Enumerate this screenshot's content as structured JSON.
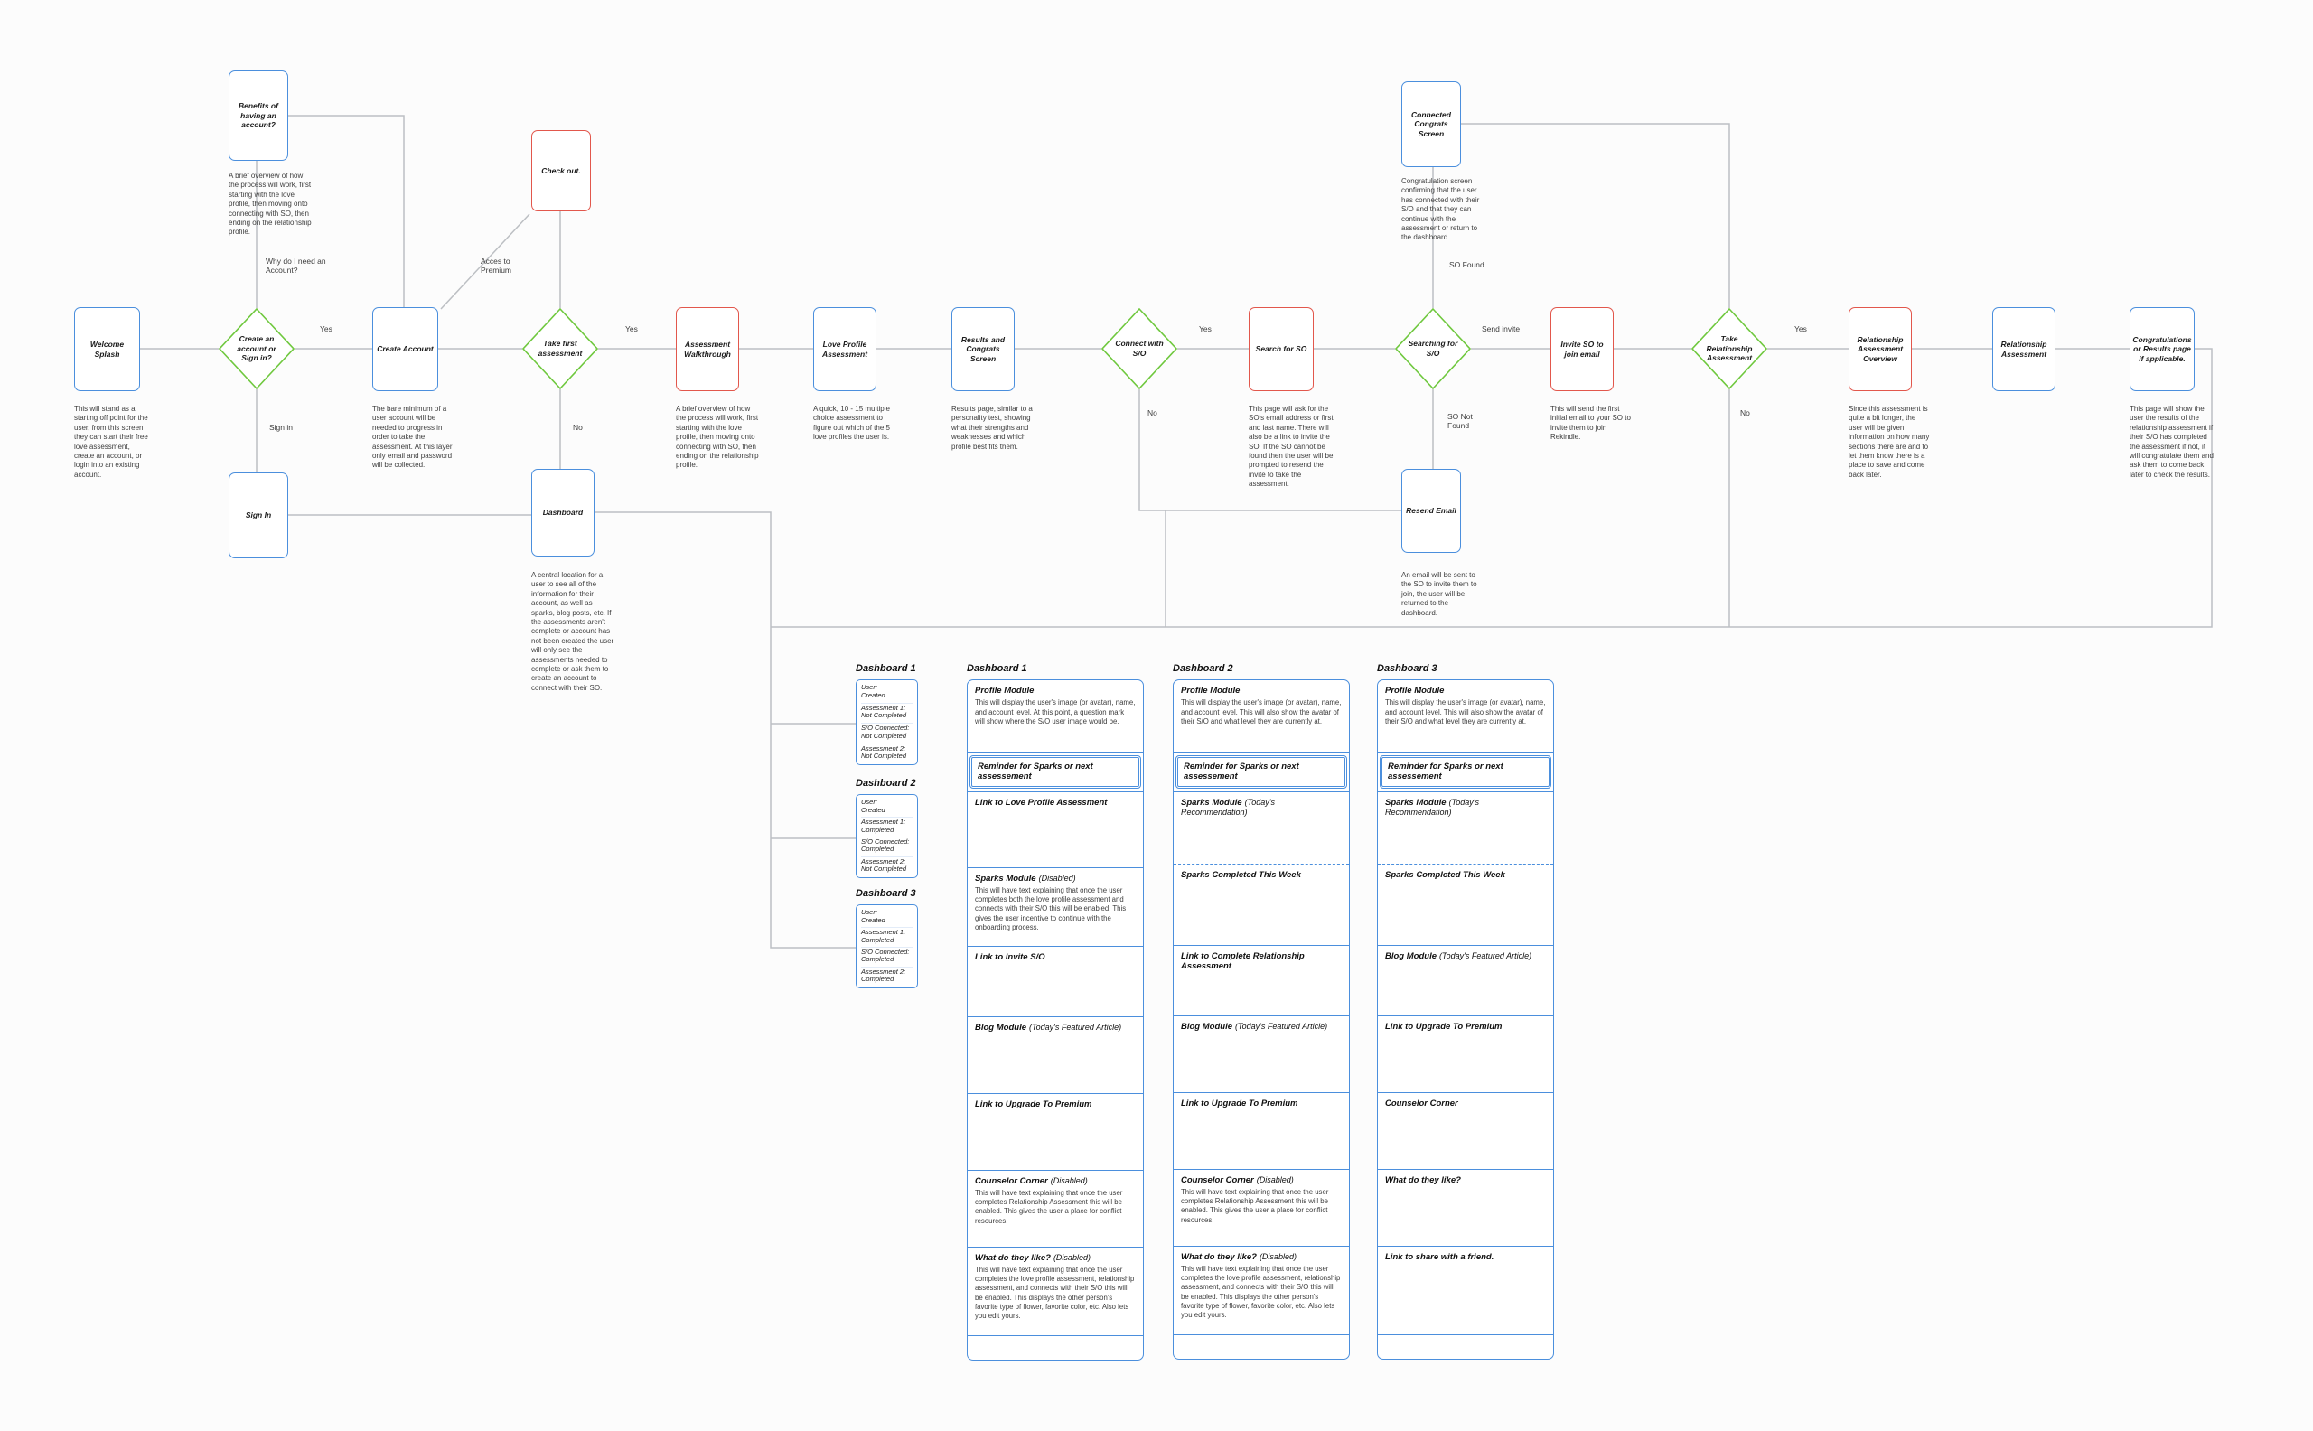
{
  "nodes": {
    "welcome_splash": {
      "label": "Welcome Splash",
      "desc": "This will stand as a starting off point for the user, from this screen they can start their free love assessment, create an account, or login into an existing account."
    },
    "decision_create_account": {
      "label": "Create an account or Sign in?"
    },
    "create_account": {
      "label": "Create Account",
      "desc": "The bare minimum of a user account will be needed to progress in order to take the assessment. At this layer only email and password will be collected."
    },
    "decision_take_first": {
      "label": "Take first assessment"
    },
    "assessment_walkthrough": {
      "label": "Assessment Walkthrough",
      "desc": "A brief overview of how the process will work, first starting with the love profile, then moving onto connecting with SO, then ending on the relationship profile."
    },
    "love_profile_assessment": {
      "label": "Love Profile Assessment",
      "desc": "A quick, 10 - 15 multiple choice assessment to figure out which of the 5 love profiles the user is."
    },
    "results_congrats": {
      "label": "Results and Congrats Screen",
      "desc": "Results page, similar to a personality test, showing what their strengths and weaknesses and which profile best fits them."
    },
    "decision_connect_so": {
      "label": "Connect with S/O"
    },
    "search_for_so": {
      "label": "Search for SO",
      "desc": "This page will ask for the SO's email address or first and last name. There will also be a link to invite the SO. If the SO cannot be found then the user will be prompted to resend the invite to take the assessment."
    },
    "decision_searching_so": {
      "label": "Searching for S/O"
    },
    "invite_so_email": {
      "label": "Invite SO to join email",
      "desc": "This will send the first initial email to your SO to invite them to join Rekindle."
    },
    "decision_take_relationship": {
      "label": "Take Relationship Assessment"
    },
    "relationship_assessment_overview": {
      "label": "Relationship Assessment Overview",
      "desc": "Since this assessment is quite a bit longer, the user will be given information on how many sections there are and to let them know there is a place to save and come back later."
    },
    "relationship_assessment": {
      "label": "Relationship Assessment"
    },
    "congratulations_results": {
      "label": "Congratulations or Results page if applicable.",
      "desc": "This page will show the user the results of the relationship assessment if their S/O has completed the assessment if not, it will congratulate them and ask them to come back later to check the results."
    },
    "benefits_account": {
      "label": "Benefits of having an account?",
      "desc": "A brief overview of how the process will work, first starting with the love profile, then moving onto connecting with SO, then ending on the relationship profile."
    },
    "check_out": {
      "label": "Check out."
    },
    "connected_congrats": {
      "label": "Connected Congrats Screen",
      "desc": "Congratulation screen confirming that the user has connected with their S/O and that they can continue with the assessment or return to the dashboard."
    },
    "sign_in": {
      "label": "Sign In"
    },
    "dashboard": {
      "label": "Dashboard",
      "desc": "A central location for a user to see all of the information for their account, as well as sparks, blog posts, etc. If the assessments aren't complete or account has not been created the user will only see the assessments needed to complete or ask them to create an account to connect with their SO."
    },
    "resend_email": {
      "label": "Resend Email",
      "desc": "An email will be sent to the SO to invite them to join, the user will be returned to the dashboard."
    }
  },
  "edge_labels": {
    "why_account": "Why do I need an Account?",
    "yes_create": "Yes",
    "sign_in": "Sign in",
    "access_premium": "Acces to Premium",
    "yes_take_first": "Yes",
    "no_take_first": "No",
    "yes_connect": "Yes",
    "no_connect": "No",
    "send_invite": "Send invite",
    "so_found": "SO Found",
    "so_not_found": "SO Not Found",
    "yes_take_rel": "Yes",
    "no_take_rel": "No"
  },
  "dashboard_states": [
    {
      "title": "Dashboard 1",
      "entries": [
        {
          "label": "User:",
          "value": "Created"
        },
        {
          "label": "Assessment 1:",
          "value": "Not Completed"
        },
        {
          "label": "S/O Connected:",
          "value": "Not Completed"
        },
        {
          "label": "Assessment 2:",
          "value": "Not Completed"
        }
      ]
    },
    {
      "title": "Dashboard 2",
      "entries": [
        {
          "label": "User:",
          "value": "Created"
        },
        {
          "label": "Assessment 1:",
          "value": "Completed"
        },
        {
          "label": "S/O Connected:",
          "value": "Completed"
        },
        {
          "label": "Assessment 2:",
          "value": "Not Completed"
        }
      ]
    },
    {
      "title": "Dashboard 3",
      "entries": [
        {
          "label": "User:",
          "value": "Created"
        },
        {
          "label": "Assessment 1:",
          "value": "Completed"
        },
        {
          "label": "S/O Connected:",
          "value": "Completed"
        },
        {
          "label": "Assessment 2:",
          "value": "Completed"
        }
      ]
    }
  ],
  "dashboards": [
    {
      "title": "Dashboard 1",
      "modules": [
        {
          "title": "Profile Module",
          "suffix": "",
          "desc": "This will display the user's image (or avatar), name, and account level. At this point, a question mark will show where the S/O user image would be."
        },
        {
          "title": "Reminder for Sparks or next assessement",
          "suffix": "",
          "desc": ""
        },
        {
          "title": "Link to Love Profile Assessment",
          "suffix": "",
          "desc": ""
        },
        {
          "title": "Sparks Module",
          "suffix": "(Disabled)",
          "desc": "This will have text explaining that once the user completes both the love profile assessment and connects with their S/O this will be enabled. This gives the user incentive to continue with the onboarding process."
        },
        {
          "title": "Link to Invite S/O",
          "suffix": "",
          "desc": ""
        },
        {
          "title": "Blog Module",
          "suffix": "(Today's Featured Article)",
          "desc": ""
        },
        {
          "title": "Link to Upgrade To Premium",
          "suffix": "",
          "desc": ""
        },
        {
          "title": "Counselor Corner",
          "suffix": "(Disabled)",
          "desc": "This will have text explaining that once the user completes Relationship Assessment this will be enabled. This gives the user a place for conflict resources."
        },
        {
          "title": "What do they like?",
          "suffix": "(Disabled)",
          "desc": "This will have text explaining that once the user completes the love profile assessment, relationship assessment, and connects with their S/O this will be enabled. This displays the other person's favorite type of flower, favorite color, etc. Also lets you edit yours."
        },
        {
          "title": "",
          "suffix": "",
          "desc": ""
        }
      ]
    },
    {
      "title": "Dashboard 2",
      "modules": [
        {
          "title": "Profile Module",
          "suffix": "",
          "desc": "This will display the user's image (or avatar), name, and account level. This will also show the avatar of their S/O and what level they are currently at."
        },
        {
          "title": "Reminder for Sparks or next assessement",
          "suffix": "",
          "desc": ""
        },
        {
          "title": "Sparks Module",
          "suffix": "(Today's Recommendation)",
          "desc": ""
        },
        {
          "title": "Sparks Completed This Week",
          "suffix": "",
          "desc": ""
        },
        {
          "title": "Link to Complete Relationship Assessment",
          "suffix": "",
          "desc": ""
        },
        {
          "title": "Blog Module",
          "suffix": "(Today's Featured Article)",
          "desc": ""
        },
        {
          "title": "Link to Upgrade To Premium",
          "suffix": "",
          "desc": ""
        },
        {
          "title": "Counselor Corner",
          "suffix": "(Disabled)",
          "desc": "This will have text explaining that once the user completes Relationship Assessment this will be enabled. This gives the user a place for conflict resources."
        },
        {
          "title": "What do they like?",
          "suffix": "(Disabled)",
          "desc": "This will have text explaining that once the user completes the love profile assessment, relationship assessment, and connects with their S/O this will be enabled. This displays the other person's favorite type of flower, favorite color, etc. Also lets you edit yours."
        },
        {
          "title": "",
          "suffix": "",
          "desc": ""
        }
      ]
    },
    {
      "title": "Dashboard 3",
      "modules": [
        {
          "title": "Profile Module",
          "suffix": "",
          "desc": "This will display the user's image (or avatar), name, and account level. This will also show the avatar of their S/O and what level they are currently at."
        },
        {
          "title": "Reminder for Sparks or next assessement",
          "suffix": "",
          "desc": ""
        },
        {
          "title": "Sparks Module",
          "suffix": "(Today's Recommendation)",
          "desc": ""
        },
        {
          "title": "Sparks Completed This Week",
          "suffix": "",
          "desc": ""
        },
        {
          "title": "Blog Module",
          "suffix": "(Today's Featured Article)",
          "desc": ""
        },
        {
          "title": "Link to Upgrade To Premium",
          "suffix": "",
          "desc": ""
        },
        {
          "title": "Counselor Corner",
          "suffix": "",
          "desc": ""
        },
        {
          "title": "What do they like?",
          "suffix": "",
          "desc": ""
        },
        {
          "title": "Link to share with a friend.",
          "suffix": "",
          "desc": ""
        },
        {
          "title": "",
          "suffix": "",
          "desc": ""
        }
      ]
    }
  ]
}
